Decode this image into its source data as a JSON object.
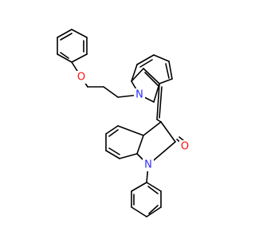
{
  "atom_labels": {
    "ether_oxygen": "O",
    "indole_nitrogen": "N",
    "oxindole_nitrogen": "N",
    "carbonyl_oxygen": "O"
  },
  "colors": {
    "background": "#ffffff",
    "bond": "#000000",
    "oxygen": "#ff0d0d",
    "nitrogen": "#2c2cff"
  }
}
